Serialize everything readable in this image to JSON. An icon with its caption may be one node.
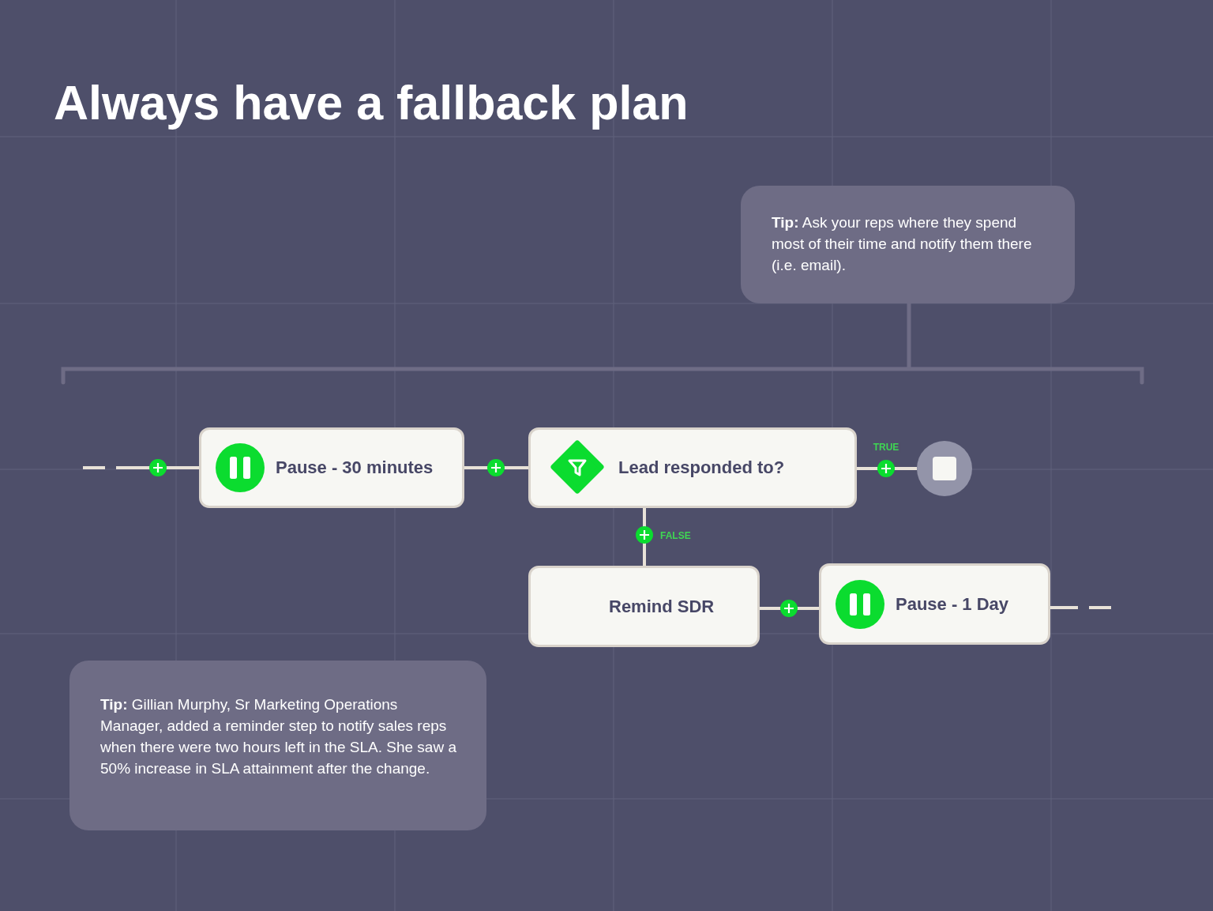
{
  "diagram": {
    "title": "Always have a fallback plan",
    "nodes": [
      {
        "text": [
          "**Tip:** Ask your reps where they spend most of their time and notify them there (i.e. email)."
        ]
      },
      {
        "text": [
          "Pause - 30 minutes"
        ]
      },
      {
        "text": [
          "Lead responded to?"
        ]
      },
      {
        "text": [],
        "shape": "circle"
      },
      {
        "text": [
          "Remind SDR"
        ]
      },
      {
        "text": [
          "Pause - 1 Day"
        ]
      },
      {
        "text": [
          "**Tip:** Gillian Murphy, Sr Marketing Operations Manager, added a reminder step to notify sales reps when there were two hours left in the SLA. She saw a 50% increase in SLA attainment after the change."
        ]
      }
    ],
    "edges": [
      {
        "from": null,
        "to": 1,
        "arrow": "none",
        "style": "dashed"
      },
      {
        "from": 1,
        "to": 2,
        "arrow": "none"
      },
      {
        "from": 2,
        "to": 3,
        "arrow": "none",
        "label": "TRUE"
      },
      {
        "from": 2,
        "to": 4,
        "arrow": "none",
        "label": "FALSE"
      },
      {
        "from": 4,
        "to": 5,
        "arrow": "none"
      },
      {
        "from": 5,
        "to": null,
        "arrow": "none",
        "style": "dashed"
      }
    ]
  }
}
